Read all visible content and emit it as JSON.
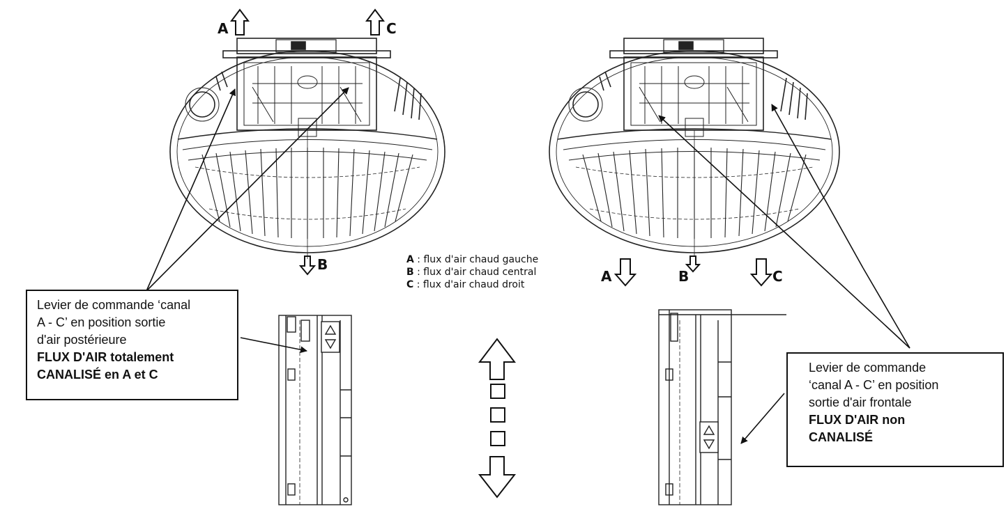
{
  "labels": {
    "A": "A",
    "B": "B",
    "C": "C"
  },
  "legend": [
    {
      "key": "A",
      "text": " : flux d'air chaud gauche"
    },
    {
      "key": "B",
      "text": " : flux d'air chaud central"
    },
    {
      "key": "C",
      "text": " : flux d'air chaud droit"
    }
  ],
  "callout_left": {
    "lines": [
      "Levier de commande ‘canal",
      "A - C’ en position sortie",
      "d'air postérieure"
    ],
    "bold_lines": [
      "FLUX D'AIR totalement",
      "CANALISÉ en A et C"
    ]
  },
  "callout_right": {
    "lines": [
      "Levier de commande",
      "‘canal A - C’ en position",
      "sortie d'air frontale"
    ],
    "bold_lines": [
      "FLUX D'AIR non",
      "CANALISÉ"
    ]
  }
}
